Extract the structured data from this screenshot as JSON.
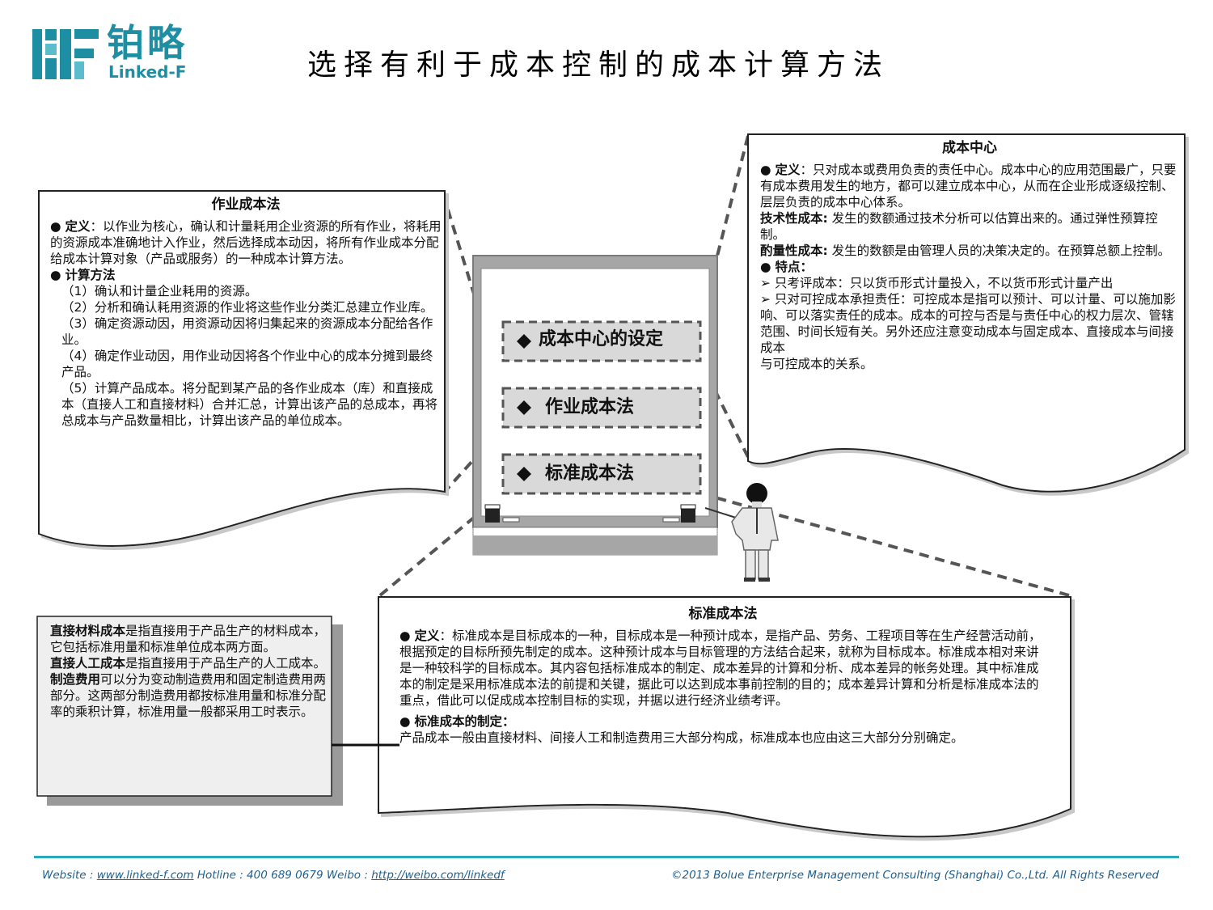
{
  "header": {
    "logo_cn": "铂略",
    "logo_en": "Linked-F",
    "title": "选择有利于成本控制的成本计算方法"
  },
  "menu": {
    "items": [
      {
        "label": "成本中心的设定"
      },
      {
        "label": "作业成本法"
      },
      {
        "label": "标准成本法"
      }
    ]
  },
  "abc_box": {
    "title": "作业成本法",
    "def_label": "定义",
    "def_text": "：以作业为核心，确认和计量耗用企业资源的所有作业，将耗用的资源成本准确地计入作业，然后选择成本动因，将所有作业成本分配给成本计算对象（产品或服务）的一种成本计算方法。",
    "method_label": "计算方法",
    "steps": [
      "（1）确认和计量企业耗用的资源。",
      "（2）分析和确认耗用资源的作业将这些作业分类汇总建立作业库。",
      "（3）确定资源动因，用资源动因将归集起来的资源成本分配给各作业。",
      "（4）确定作业动因，用作业动因将各个作业中心的成本分摊到最终产品。",
      "（5）计算产品成本。将分配到某产品的各作业成本（库）和直接成本（直接人工和直接材料）合并汇总，计算出该产品的总成本，再将总成本与产品数量相比，计算出该产品的单位成本。"
    ]
  },
  "center_box": {
    "title": "成本中心",
    "def_label": "定义",
    "def_text": "：只对成本或费用负责的责任中心。成本中心的应用范围最广，只要有成本费用发生的地方，都可以建立成本中心，从而在企业形成逐级控制、层层负责的成本中心体系。",
    "tech_label": "技术性成本:",
    "tech_text": " 发生的数额通过技术分析可以估算出来的。通过弹性预算控制。",
    "disc_label": "酌量性成本:",
    "disc_text": " 发生的数额是由管理人员的决策决定的。在预算总额上控制。",
    "feat_label": "特点：",
    "feat_1": "➢ 只考评成本：只以货币形式计量投入，不以货币形式计量产出",
    "feat_2": "➢ 只对可控成本承担责任：可控成本是指可以预计、可以计量、可以施加影响、可以落实责任的成本。成本的可控与否是与责任中心的权力层次、管辖范围、时间长短有关。另外还应注意变动成本与固定成本、直接成本与间接成本",
    "feat_3": "与可控成本的关系。"
  },
  "std_box": {
    "title": "标准成本法",
    "def_label": "定义",
    "def_text": "：标准成本是目标成本的一种，目标成本是一种预计成本，是指产品、劳务、工程项目等在生产经营活动前，根据预定的目标所预先制定的成本。这种预计成本与目标管理的方法结合起来，就称为目标成本。标准成本相对来讲是一种较科学的目标成本。其内容包括标准成本的制定、成本差异的计算和分析、成本差异的帐务处理。其中标准成本的制定是采用标准成本法的前提和关键，据此可以达到成本事前控制的目的；成本差异计算和分析是标准成本法的重点，借此可以促成成本控制目标的实现，并据以进行经济业绩考评。",
    "set_label": "标准成本的制定：",
    "set_text": "产品成本一般由直接材料、间接人工和制造费用三大部分构成，标准成本也应由这三大部分分别确定。"
  },
  "cost_box": {
    "dm_label": "直接材料成本",
    "dm_text": "是指直接用于产品生产的材料成本，它包括标准用量和标准单位成本两方面。",
    "dl_label": "直接人工成本",
    "dl_text": "是指直接用于产品生产的人工成本。",
    "oh_label": "制造费用",
    "oh_text": "可以分为变动制造费用和固定制造费用两部分。这两部分制造费用都按标准用量和标准分配率的乘积计算，标准用量一般都采用工时表示。"
  },
  "footer": {
    "website_label": "Website :",
    "website": "www.linked-f.com",
    "hotline_label": "Hotline : 400 689 0679",
    "weibo_label": "Weibo :",
    "weibo": "http://weibo.com/linkedf",
    "copyright": "©2013 Bolue Enterprise Management Consulting (Shanghai) Co.,Ltd. All Rights Reserved"
  },
  "colors": {
    "brand": "#1e8fa3",
    "footer_rule": "#2aa8bd",
    "board_gray": "#a6a6a6",
    "menu_fill": "#d9d9d9"
  }
}
